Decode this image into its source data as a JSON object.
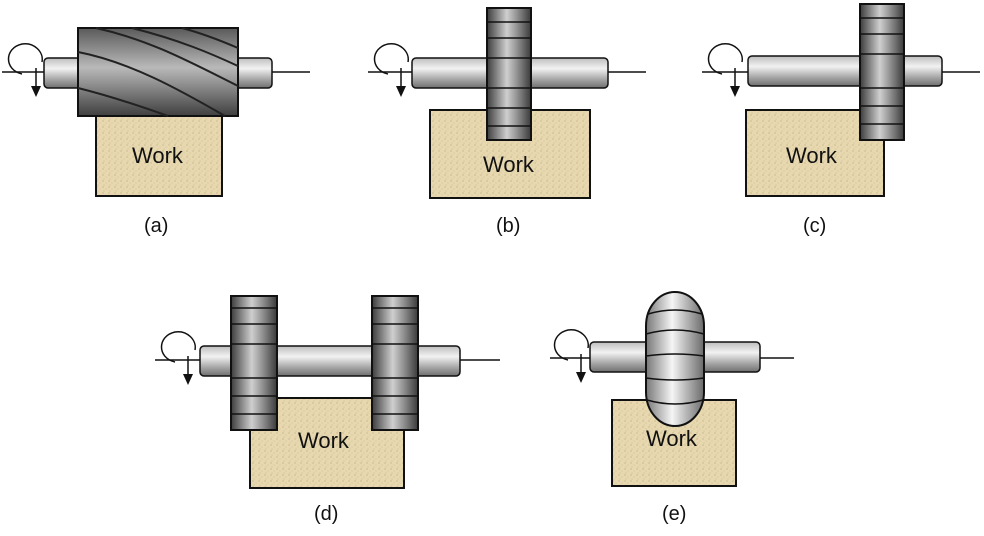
{
  "figures": [
    {
      "id": "a",
      "caption": "(a)",
      "work_label": "Work"
    },
    {
      "id": "b",
      "caption": "(b)",
      "work_label": "Work"
    },
    {
      "id": "c",
      "caption": "(c)",
      "work_label": "Work"
    },
    {
      "id": "d",
      "caption": "(d)",
      "work_label": "Work"
    },
    {
      "id": "e",
      "caption": "(e)",
      "work_label": "Work"
    }
  ],
  "colors": {
    "work": "#e7d8b0",
    "cutter_dark": "#4a4a4a",
    "cutter_light": "#d6d6d6",
    "shaft_light": "#e9e9e9",
    "shaft_dark": "#8c8c8c",
    "outline": "#111111"
  }
}
